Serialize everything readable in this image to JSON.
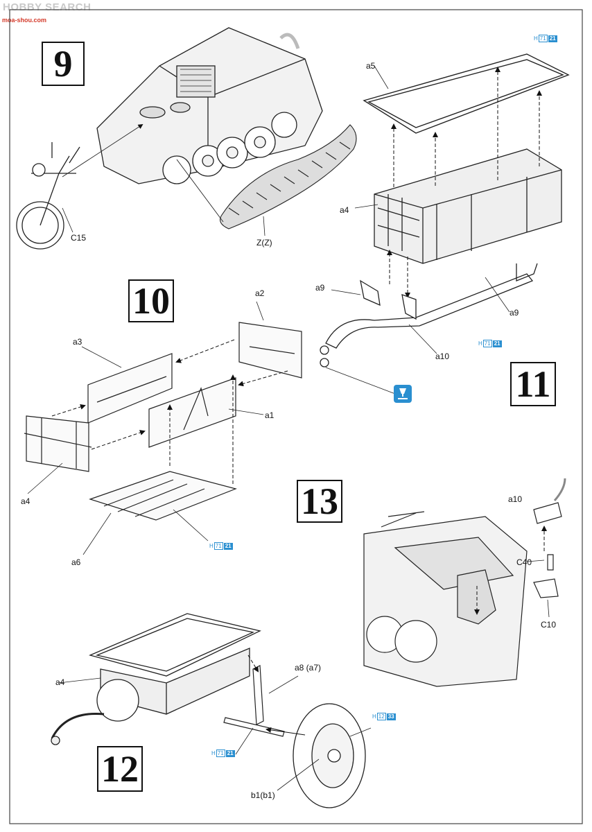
{
  "watermark": {
    "text": "HOBBY SEARCH",
    "url": "moa-shou.com"
  },
  "steps": [
    "9",
    "10",
    "11",
    "12",
    "13"
  ],
  "labels": {
    "a5": "a5",
    "a4_11": "a4",
    "a9_left": "a9",
    "a9_right": "a9",
    "a10_11": "a10",
    "c15": "C15",
    "zz": "Z(Z)",
    "a2": "a2",
    "a3": "a3",
    "a1": "a1",
    "a4_10": "a4",
    "a6": "a6",
    "a10_13": "a10",
    "c40": "C40",
    "c10": "C10",
    "a4_12": "a4",
    "a8a7": "a8 (a7)",
    "b1b1": "b1(b1)"
  },
  "paint_codes": [
    {
      "prefix": "H",
      "code": "71",
      "ref": "21"
    },
    {
      "prefix": "H",
      "code": "71",
      "ref": "21"
    },
    {
      "prefix": "H",
      "code": "71",
      "ref": "21"
    },
    {
      "prefix": "H",
      "code": "71",
      "ref": "21"
    },
    {
      "prefix": "H",
      "code": "12",
      "ref": "33"
    }
  ],
  "colors": {
    "paint_blue": "#2a8fd0",
    "line": "#222222"
  }
}
